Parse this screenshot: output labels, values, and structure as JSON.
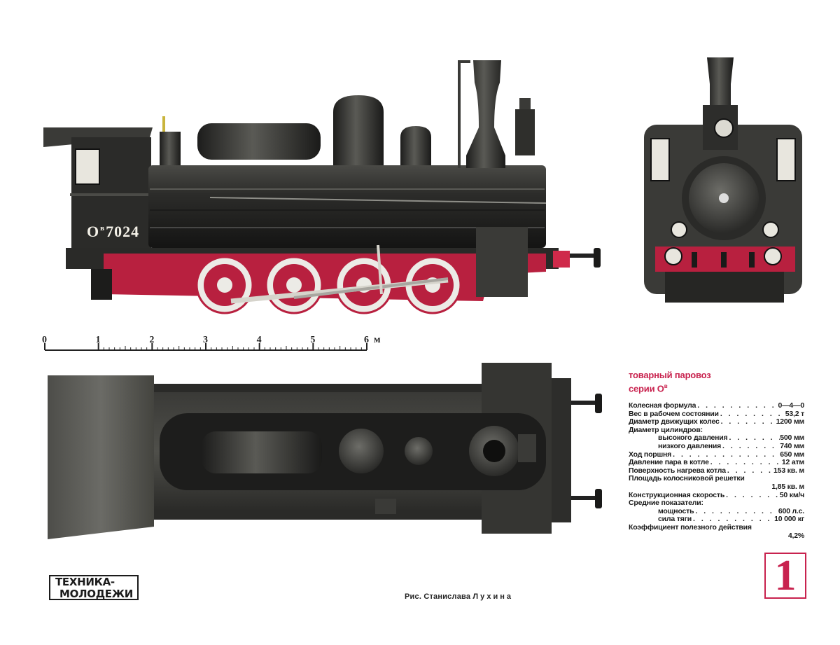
{
  "side_view": {
    "number_series": "О",
    "number_superscript": "в",
    "number_digits": "7024"
  },
  "scale_bar": {
    "ticks": [
      "0",
      "1",
      "2",
      "3",
      "4",
      "5",
      "6"
    ],
    "unit": "м"
  },
  "specs": {
    "title_line1": "товарный паровоз",
    "title_line2_prefix": "серии О",
    "title_line2_superscript": "в",
    "rows": [
      {
        "label": "Колесная формула",
        "value": "0—4—0",
        "indent": false
      },
      {
        "label": "Вес в рабочем состоянии",
        "value": "53,2 т",
        "indent": false
      },
      {
        "label": "Диаметр движущих колес",
        "value": "1200 мм",
        "indent": false
      },
      {
        "label": "Диаметр цилиндров:",
        "value": "",
        "indent": false
      },
      {
        "label": "высокого давления",
        "value": "500 мм",
        "indent": true
      },
      {
        "label": "низкого давления",
        "value": "740 мм",
        "indent": true
      },
      {
        "label": "Ход поршня",
        "value": "650 мм",
        "indent": false
      },
      {
        "label": "Давление пара в котле",
        "value": "12 атм",
        "indent": false
      },
      {
        "label": "Поверхность нагрева котла",
        "value": "153 кв. м",
        "indent": false
      },
      {
        "label": "Площадь колосниковой решетки",
        "value": "",
        "indent": false
      },
      {
        "label": "",
        "value": "1,85 кв. м",
        "indent": false
      },
      {
        "label": "Конструкционная скорость",
        "value": "50 км/ч",
        "indent": false
      },
      {
        "label": "Средние показатели:",
        "value": "",
        "indent": false
      },
      {
        "label": "мощность",
        "value": "600 л.с.",
        "indent": true
      },
      {
        "label": "сила тяги",
        "value": "10 000 кг",
        "indent": true
      },
      {
        "label": "Коэффициент полезного действия",
        "value": "",
        "indent": false
      },
      {
        "label": "",
        "value": "4,2%",
        "indent": false
      }
    ]
  },
  "footer": {
    "logo_line1": "ТЕХНИКА-",
    "logo_line2": "МОЛОДЕЖИ",
    "credit_prefix": "Рис. Станислава",
    "credit_surname": "Лухина",
    "page_number": "1"
  },
  "colors": {
    "body_black": "#262624",
    "frame_red": "#b8203f",
    "wheel_white": "#ecebe6",
    "accent": "#c8224e"
  }
}
